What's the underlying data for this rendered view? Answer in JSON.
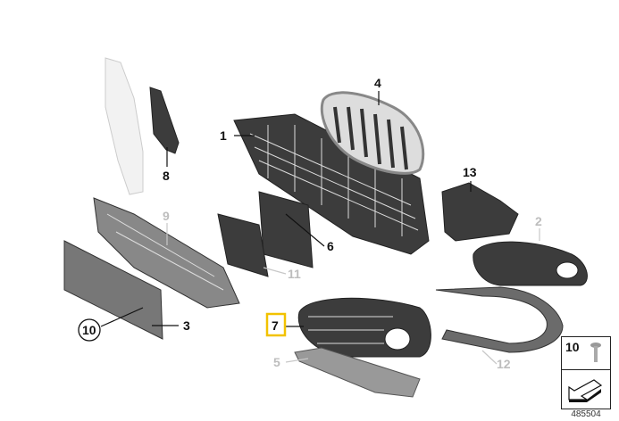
{
  "diagram": {
    "callouts": [
      {
        "id": "1",
        "label": "1",
        "style": "plain"
      },
      {
        "id": "2",
        "label": "2",
        "style": "gray"
      },
      {
        "id": "3",
        "label": "3",
        "style": "plain"
      },
      {
        "id": "4",
        "label": "4",
        "style": "plain"
      },
      {
        "id": "5",
        "label": "5",
        "style": "gray"
      },
      {
        "id": "6",
        "label": "6",
        "style": "plain"
      },
      {
        "id": "7",
        "label": "7",
        "style": "highlighted"
      },
      {
        "id": "8",
        "label": "8",
        "style": "plain"
      },
      {
        "id": "9",
        "label": "9",
        "style": "gray"
      },
      {
        "id": "10",
        "label": "10",
        "style": "circled"
      },
      {
        "id": "11",
        "label": "11",
        "style": "gray"
      },
      {
        "id": "12",
        "label": "12",
        "style": "gray"
      },
      {
        "id": "13",
        "label": "13",
        "style": "plain"
      }
    ],
    "highlight_color": "#f2c200",
    "legend": {
      "part_number": "10"
    },
    "diagram_id": "485504"
  }
}
